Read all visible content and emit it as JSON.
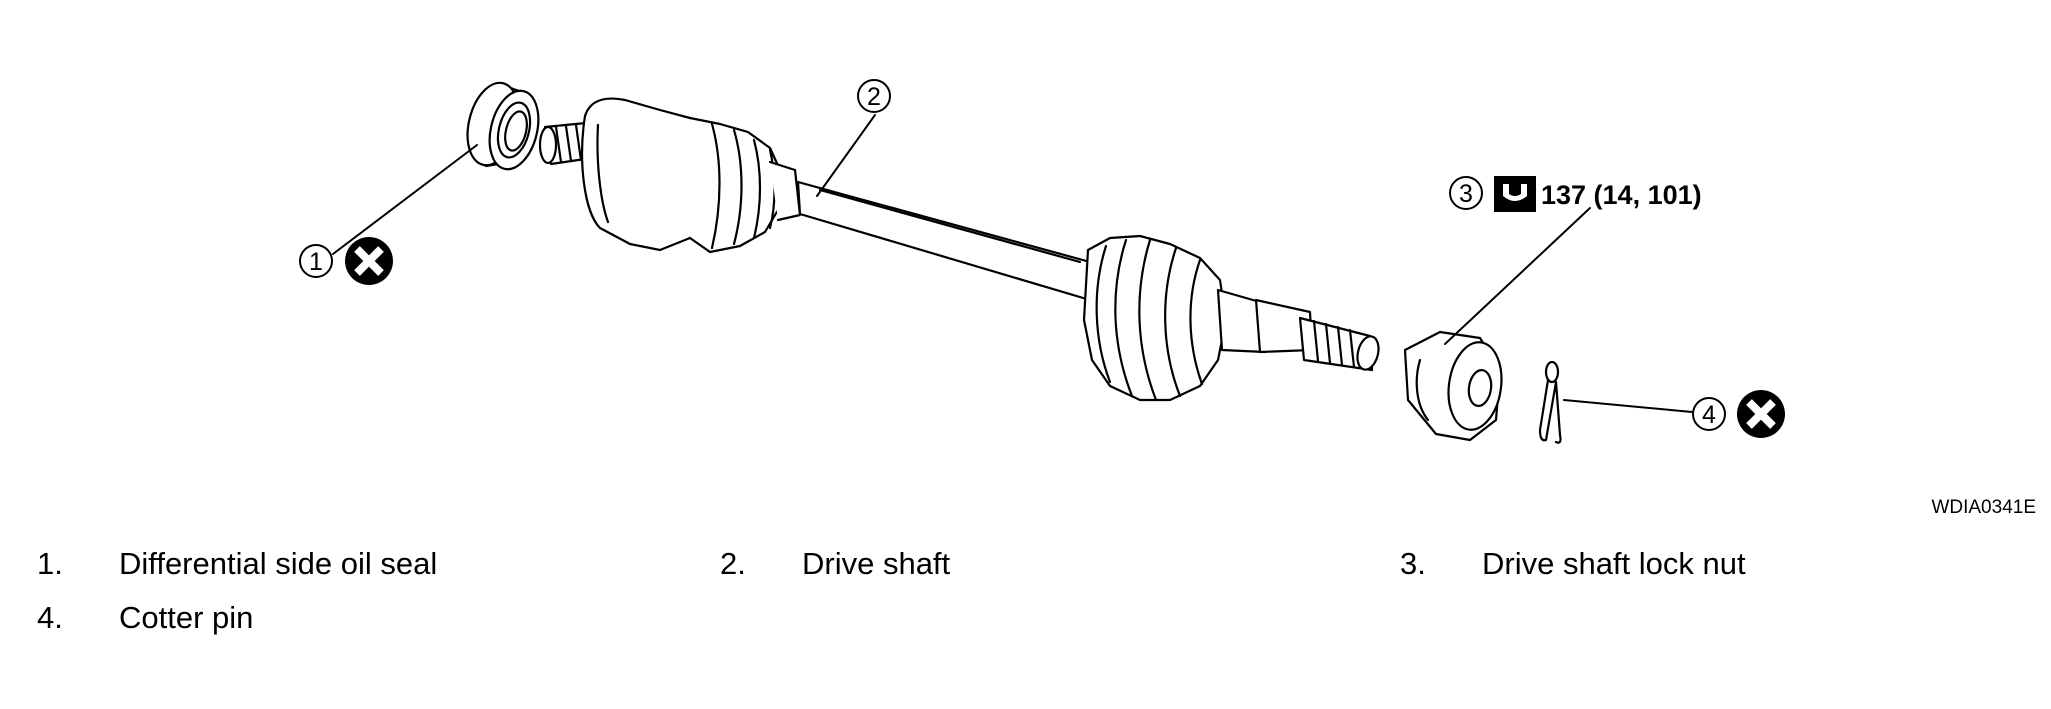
{
  "diagram": {
    "figure_id": "WDIA0341E",
    "callouts": [
      {
        "num": "1",
        "replace_mark": true
      },
      {
        "num": "2"
      },
      {
        "num": "3",
        "torque": "137 (14, 101)",
        "torque_icon": "torque-wrench-icon"
      },
      {
        "num": "4",
        "replace_mark": true
      }
    ]
  },
  "legend": {
    "items": [
      {
        "num": "1.",
        "label": "Differential side oil seal"
      },
      {
        "num": "2.",
        "label": "Drive shaft"
      },
      {
        "num": "3.",
        "label": "Drive shaft lock nut"
      },
      {
        "num": "4.",
        "label": "Cotter pin"
      }
    ]
  }
}
